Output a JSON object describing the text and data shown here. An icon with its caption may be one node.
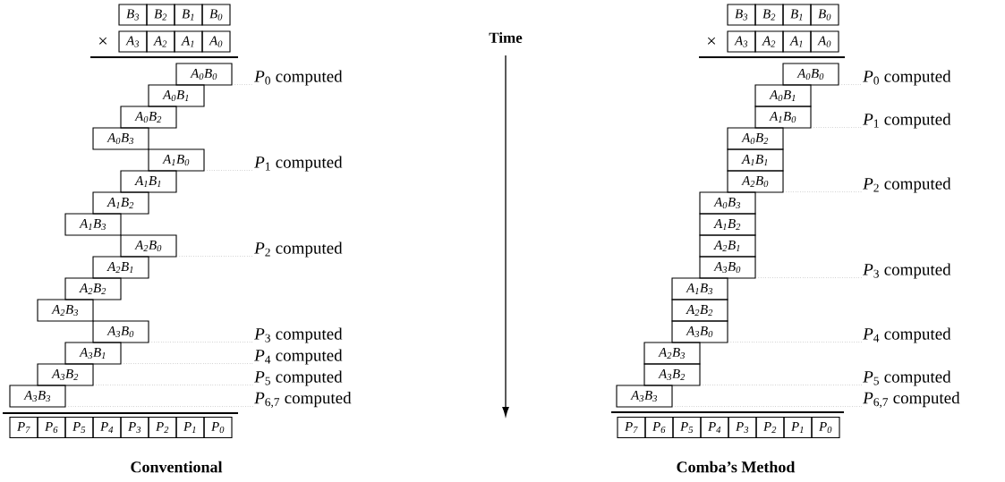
{
  "diagram": {
    "nodes": [
      {
        "text": [
          "B$_{3}$"
        ]
      },
      {
        "text": [
          "B$_{2}$"
        ]
      },
      {
        "text": [
          "B$_{1}$"
        ]
      },
      {
        "text": [
          "B$_{0}$"
        ]
      },
      {
        "text": [
          "A$_{3}$"
        ]
      },
      {
        "text": [
          "A$_{2}$"
        ]
      },
      {
        "text": [
          "A$_{1}$"
        ]
      },
      {
        "text": [
          "A$_{0}$"
        ]
      },
      {
        "text": [
          "A$_{0}$B$_{0}$"
        ]
      },
      {
        "text": [
          "A$_{0}$B$_{1}$"
        ]
      },
      {
        "text": [
          "A$_{0}$B$_{2}$"
        ]
      },
      {
        "text": [
          "A$_{0}$B$_{3}$"
        ]
      },
      {
        "text": [
          "A$_{1}$B$_{0}$"
        ]
      },
      {
        "text": [
          "A$_{1}$B$_{1}$"
        ]
      },
      {
        "text": [
          "A$_{1}$B$_{2}$"
        ]
      },
      {
        "text": [
          "A$_{1}$B$_{3}$"
        ]
      },
      {
        "text": [
          "A$_{2}$B$_{0}$"
        ]
      },
      {
        "text": [
          "A$_{2}$B$_{1}$"
        ]
      },
      {
        "text": [
          "A$_{2}$B$_{2}$"
        ]
      },
      {
        "text": [
          "A$_{2}$B$_{3}$"
        ]
      },
      {
        "text": [
          "A$_{3}$B$_{0}$"
        ]
      },
      {
        "text": [
          "A$_{3}$B$_{1}$"
        ]
      },
      {
        "text": [
          "A$_{3}$B$_{2}$"
        ]
      },
      {
        "text": [
          "A$_{3}$B$_{3}$"
        ]
      },
      {
        "text": [
          "*P*$_{0}$ computed"
        ]
      },
      {
        "text": [
          "*P*$_{1}$ computed"
        ]
      },
      {
        "text": [
          "*P*$_{2}$ computed"
        ]
      },
      {
        "text": [
          "*P*$_{3}$ computed"
        ]
      },
      {
        "text": [
          "*P*$_{4}$ computed"
        ]
      },
      {
        "text": [
          "*P*$_{5}$ computed"
        ]
      },
      {
        "text": [
          "*P*$_{6,7}$ computed"
        ]
      },
      {
        "text": [
          "P$_{7}$"
        ]
      },
      {
        "text": [
          "P$_{6}$"
        ]
      },
      {
        "text": [
          "P$_{5}$"
        ]
      },
      {
        "text": [
          "P$_{4}$"
        ]
      },
      {
        "text": [
          "P$_{3}$"
        ]
      },
      {
        "text": [
          "P$_{2}$"
        ]
      },
      {
        "text": [
          "P$_{1}$"
        ]
      },
      {
        "text": [
          "P$_{0}$"
        ]
      },
      {
        "text": [
          "B$_{3}$"
        ]
      },
      {
        "text": [
          "B$_{2}$"
        ]
      },
      {
        "text": [
          "B$_{1}$"
        ]
      },
      {
        "text": [
          "B$_{0}$"
        ]
      },
      {
        "text": [
          "A$_{3}$"
        ]
      },
      {
        "text": [
          "A$_{2}$"
        ]
      },
      {
        "text": [
          "A$_{1}$"
        ]
      },
      {
        "text": [
          "A$_{0}$"
        ]
      },
      {
        "text": [
          "A$_{0}$B$_{0}$"
        ]
      },
      {
        "text": [
          "A$_{0}$B$_{1}$"
        ]
      },
      {
        "text": [
          "A$_{1}$B$_{0}$"
        ]
      },
      {
        "text": [
          "A$_{0}$B$_{2}$"
        ]
      },
      {
        "text": [
          "A$_{1}$B$_{1}$"
        ]
      },
      {
        "text": [
          "A$_{2}$B$_{0}$"
        ]
      },
      {
        "text": [
          "A$_{0}$B$_{3}$"
        ]
      },
      {
        "text": [
          "A$_{1}$B$_{2}$"
        ]
      },
      {
        "text": [
          "A$_{2}$B$_{1}$"
        ]
      },
      {
        "text": [
          "A$_{3}$B$_{0}$"
        ]
      },
      {
        "text": [
          "A$_{1}$B$_{3}$"
        ]
      },
      {
        "text": [
          "A$_{2}$B$_{2}$"
        ]
      },
      {
        "text": [
          "A$_{3}$B$_{0}$"
        ]
      },
      {
        "text": [
          "A$_{2}$B$_{3}$"
        ]
      },
      {
        "text": [
          "A$_{3}$B$_{2}$"
        ]
      },
      {
        "text": [
          "A$_{3}$B$_{3}$"
        ]
      },
      {
        "text": [
          "*P*$_{0}$ computed"
        ]
      },
      {
        "text": [
          "*P*$_{1}$ computed"
        ]
      },
      {
        "text": [
          "*P*$_{2}$ computed"
        ]
      },
      {
        "text": [
          "*P*$_{3}$ computed"
        ]
      },
      {
        "text": [
          "*P*$_{4}$ computed"
        ]
      },
      {
        "text": [
          "*P*$_{5}$ computed"
        ]
      },
      {
        "text": [
          "*P*$_{6,7}$ computed"
        ]
      },
      {
        "text": [
          "P$_{7}$"
        ]
      },
      {
        "text": [
          "P$_{6}$"
        ]
      },
      {
        "text": [
          "P$_{5}$"
        ]
      },
      {
        "text": [
          "P$_{4}$"
        ]
      },
      {
        "text": [
          "P$_{3}$"
        ]
      },
      {
        "text": [
          "P$_{2}$"
        ]
      },
      {
        "text": [
          "P$_{1}$"
        ]
      },
      {
        "text": [
          "P$_{0}$"
        ]
      }
    ],
    "edges": [
      {
        "from": 8,
        "to": 24,
        "arrow": "none"
      },
      {
        "from": 12,
        "to": 25,
        "arrow": "none"
      },
      {
        "from": 16,
        "to": 26,
        "arrow": "none"
      },
      {
        "from": 20,
        "to": 27,
        "arrow": "none"
      },
      {
        "from": 21,
        "to": 28,
        "arrow": "none"
      },
      {
        "from": 22,
        "to": 29,
        "arrow": "none"
      },
      {
        "from": 23,
        "to": 30,
        "arrow": "none"
      },
      {
        "from": 47,
        "to": 63,
        "arrow": "none"
      },
      {
        "from": 49,
        "to": 64,
        "arrow": "none"
      },
      {
        "from": 52,
        "to": 65,
        "arrow": "none"
      },
      {
        "from": 56,
        "to": 66,
        "arrow": "none"
      },
      {
        "from": 59,
        "to": 67,
        "arrow": "none"
      },
      {
        "from": 61,
        "to": 68,
        "arrow": "none"
      },
      {
        "from": 62,
        "to": 69,
        "arrow": "none"
      }
    ],
    "labels": [
      "×",
      "Time",
      "×",
      "Conventional",
      "Comba’s Method"
    ]
  }
}
